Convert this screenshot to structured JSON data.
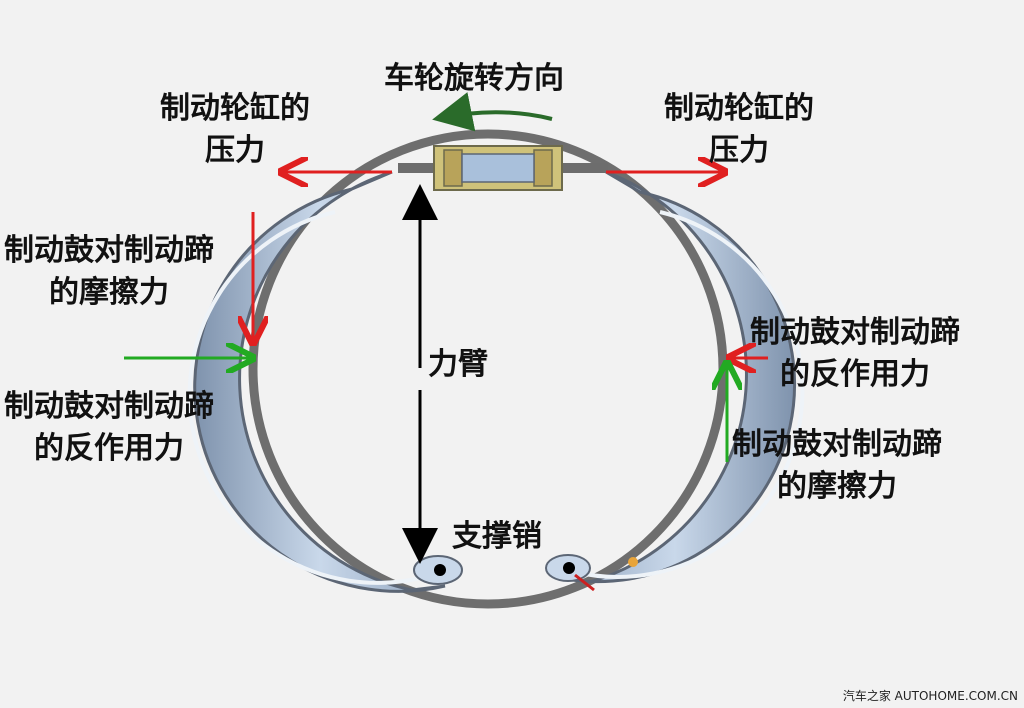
{
  "labels": {
    "rotation": "车轮旋转方向",
    "cylinder_left": [
      "制动轮缸的",
      "压力"
    ],
    "cylinder_right": [
      "制动轮缸的",
      "压力"
    ],
    "friction_left": [
      "制动鼓对制动蹄",
      "的摩擦力"
    ],
    "reaction_left": [
      "制动鼓对制动蹄",
      "的反作用力"
    ],
    "reaction_right": [
      "制动鼓对制动蹄",
      "的反作用力"
    ],
    "friction_right": [
      "制动鼓对制动蹄",
      "的摩擦力"
    ],
    "lever_arm": "力臂",
    "pivot_pin": "支撑销"
  },
  "watermark": "汽车之家 AUTOHOME.COM.CN",
  "colors": {
    "pressure_arrow": "#e02020",
    "reaction_arrow": "#22aa22",
    "friction_arrow": "#e02020",
    "drum": "#7a7a7a",
    "shoe": "#a9bfd8",
    "cylinder_body": "#d9d08a"
  }
}
